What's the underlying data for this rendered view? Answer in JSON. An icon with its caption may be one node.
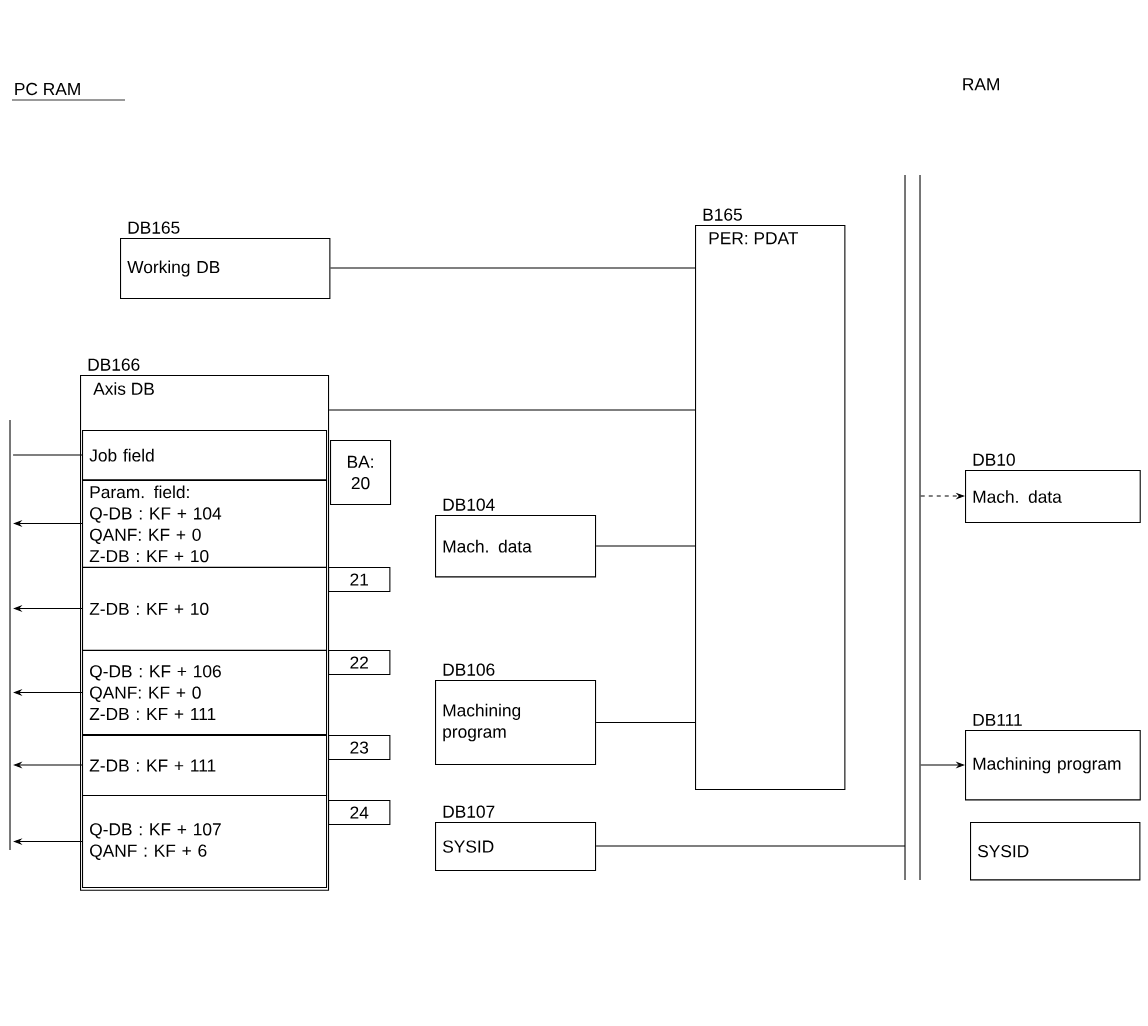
{
  "diagram": {
    "nodes": [
      {
        "text": [
          "DB165",
          "Working DB"
        ]
      },
      {
        "text": [
          "B165",
          "PER: PDAT"
        ]
      },
      {
        "text": [
          "DB166",
          "Axis DB"
        ]
      },
      {
        "text": [
          "Job field"
        ],
        "in": 2
      },
      {
        "text": [
          "BA:",
          "20"
        ]
      },
      {
        "text": [
          "Param. field:",
          "Q-DB : KF + 104",
          "QANF: KF + 0",
          "Z-DB : KF + 10"
        ],
        "in": 2
      },
      {
        "text": [
          "21"
        ]
      },
      {
        "text": [
          "Z-DB : KF + 10"
        ],
        "in": 2
      },
      {
        "text": [
          "22"
        ]
      },
      {
        "text": [
          "Q-DB : KF + 106",
          "QANF: KF + 0",
          "Z-DB : KF + 111"
        ],
        "in": 2
      },
      {
        "text": [
          "23"
        ]
      },
      {
        "text": [
          "Z-DB : KF + 111"
        ],
        "in": 2
      },
      {
        "text": [
          "24"
        ]
      },
      {
        "text": [
          "Q-DB : KF + 107",
          "QANF : KF + 6"
        ],
        "in": 2
      },
      {
        "text": [
          "DB104",
          "Mach. data"
        ]
      },
      {
        "text": [
          "DB106",
          "Machining program"
        ]
      },
      {
        "text": [
          "DB107",
          "SYSID"
        ]
      },
      {
        "text": [],
        "shape": "bar"
      },
      {
        "text": [
          "DB10",
          "Mach. data"
        ]
      },
      {
        "text": [
          "DB111",
          "Machining program"
        ]
      },
      {
        "text": [
          "SYSID"
        ]
      },
      {
        "text": [],
        "shape": "bar"
      }
    ],
    "edges": [
      {
        "from": 0,
        "to": 1,
        "arrow": "none"
      },
      {
        "from": 2,
        "to": 1,
        "arrow": "none"
      },
      {
        "from": 14,
        "to": 1,
        "arrow": "none"
      },
      {
        "from": 15,
        "to": 1,
        "arrow": "none"
      },
      {
        "from": 16,
        "to": 21,
        "arrow": "none"
      },
      {
        "from": 21,
        "to": 18,
        "arrow": "to",
        "style": "dashed"
      },
      {
        "from": 21,
        "to": 19,
        "arrow": "to"
      },
      {
        "from": 3,
        "to": 17,
        "arrow": "none"
      },
      {
        "from": 5,
        "to": 17,
        "arrow": "to"
      },
      {
        "from": 7,
        "to": 17,
        "arrow": "to"
      },
      {
        "from": 9,
        "to": 17,
        "arrow": "to"
      },
      {
        "from": 11,
        "to": 17,
        "arrow": "to"
      },
      {
        "from": 13,
        "to": 17,
        "arrow": "to"
      }
    ],
    "labels": [
      "PC RAM",
      "RAM"
    ]
  }
}
